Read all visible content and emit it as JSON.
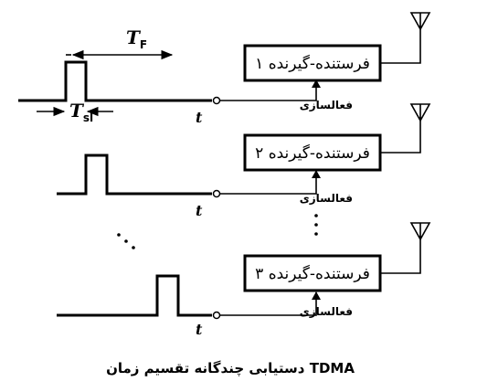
{
  "frame_label": "T",
  "frame_label_sub": "F",
  "slot_label": "T",
  "slot_label_sub": "sl",
  "time_axis_label": "t",
  "activate_label": "فعالسازی",
  "transceivers": [
    {
      "label": "فرستنده-گیرنده ۱"
    },
    {
      "label": "فرستنده-گیرنده ۲"
    },
    {
      "label": "فرستنده-گیرنده ۳"
    }
  ],
  "caption": "TDMA دستیابی چندگانه تقسیم زمان"
}
